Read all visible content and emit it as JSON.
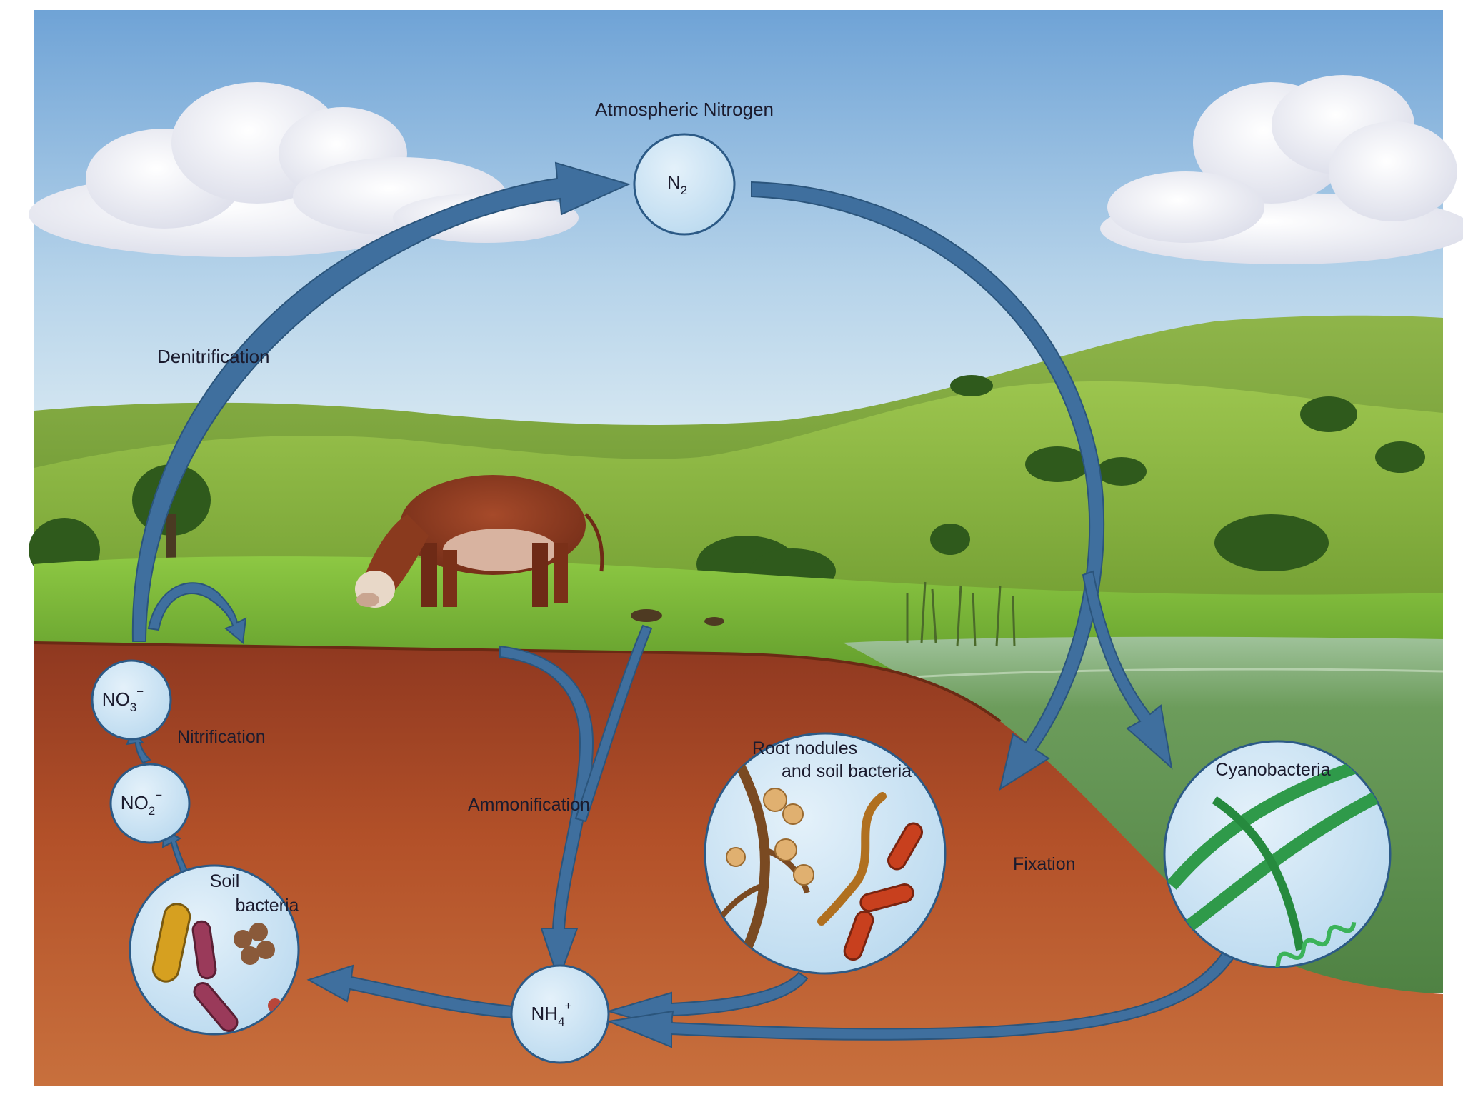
{
  "title": "Atmospheric Nitrogen",
  "nodes": {
    "n2": {
      "label": "N",
      "subscript": "2",
      "superscript": ""
    },
    "no3": {
      "label": "NO",
      "subscript": "3",
      "superscript": "−"
    },
    "no2": {
      "label": "NO",
      "subscript": "2",
      "superscript": "−"
    },
    "nh4": {
      "label": "NH",
      "subscript": "4",
      "superscript": "+"
    }
  },
  "processes": {
    "denitrification": "Denitrification",
    "nitrification": "Nitrification",
    "ammonification": "Ammonification",
    "fixation": "Fixation"
  },
  "organisms": {
    "soil_bacteria": [
      "Soil",
      "bacteria"
    ],
    "root_nodules": [
      "Root nodules",
      "and soil bacteria"
    ],
    "cyanobacteria": "Cyanobacteria"
  },
  "colors": {
    "sky_top": "#7fb0dc",
    "sky_bottom": "#d6e8f3",
    "hills": "#6f9c34",
    "grass": "#7cbf3a",
    "soil": "#b8562e",
    "soil_dark": "#8f3d22",
    "water": "#5f9251",
    "arrow": "#3f6f9e",
    "node_fill": "#c8e1f3",
    "node_stroke": "#2c5a86"
  }
}
